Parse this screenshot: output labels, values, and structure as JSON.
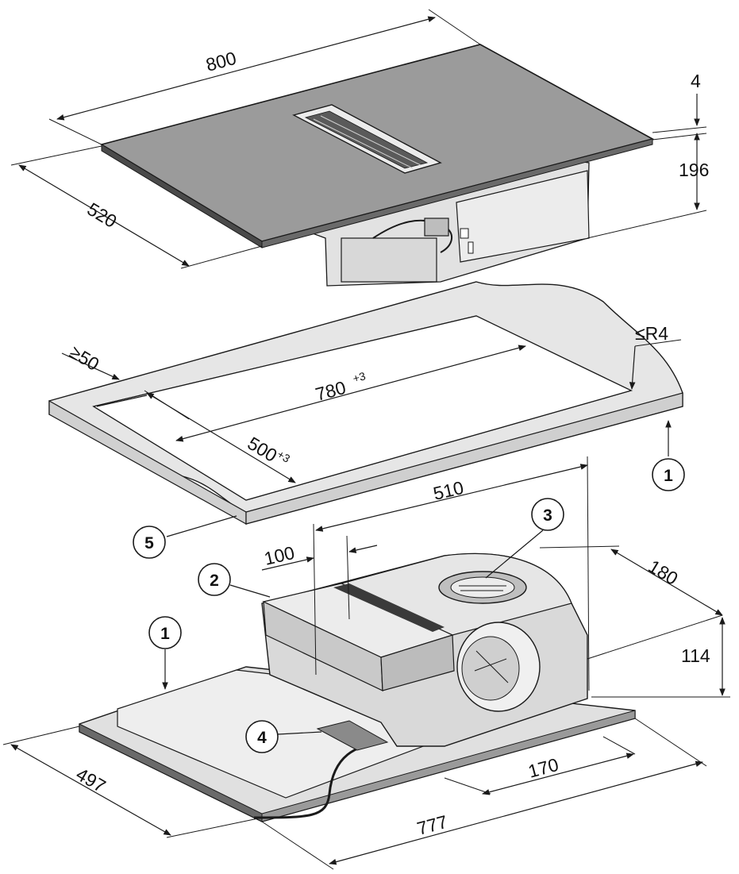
{
  "dimensions": {
    "hob_width": "800",
    "hob_depth": "520",
    "glass_thickness": "4",
    "hob_height": "196",
    "cutout_width": "780",
    "cutout_width_tol": "+3",
    "cutout_depth": "500",
    "cutout_depth_tol": "+3",
    "min_edge": "≥50",
    "corner_radius": "≤R4",
    "fan_width": "510",
    "fan_offset": "100",
    "fan_depth": "180",
    "fan_height": "114",
    "base_depth": "497",
    "outlet_offset": "170",
    "base_width": "777"
  },
  "callouts": {
    "worktop_top": "1",
    "worktop_bottom": "1",
    "fan_unit": "2",
    "outlet": "3",
    "cable": "4",
    "seal": "5"
  },
  "colors": {
    "glass": "#9b9b9b",
    "worktop": "#e6e6e6",
    "unit": "#d4d4d4",
    "unit_dark": "#a3a3a3",
    "line": "#1a1a1a"
  }
}
